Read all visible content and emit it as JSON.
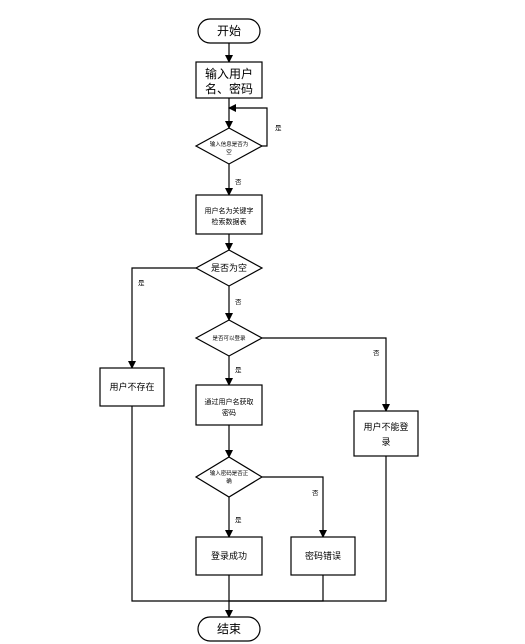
{
  "nodes": {
    "start": "开始",
    "input_line1": "输入用户",
    "input_line2": "名、密码",
    "check_empty_line1": "输入信息是否为",
    "check_empty_line2": "空",
    "search_line1": "用户名为关键字",
    "search_line2": "检索数据表",
    "is_empty": "是否为空",
    "user_not_exist": "用户不存在",
    "can_login": "是否可以登录",
    "get_password_line1": "通过用户名获取",
    "get_password_line2": "密码",
    "cannot_login_line1": "用户不能登",
    "cannot_login_line2": "录",
    "password_correct_line1": "输入密码是否正",
    "password_correct_line2": "确",
    "login_success": "登录成功",
    "password_error": "密码错误",
    "end": "结束"
  },
  "edge_labels": {
    "check_empty_yes": "是",
    "check_empty_no": "否",
    "is_empty_yes": "是",
    "is_empty_no": "否",
    "can_login_yes": "是",
    "can_login_no": "否",
    "password_correct_yes": "是",
    "password_correct_no": "否"
  }
}
